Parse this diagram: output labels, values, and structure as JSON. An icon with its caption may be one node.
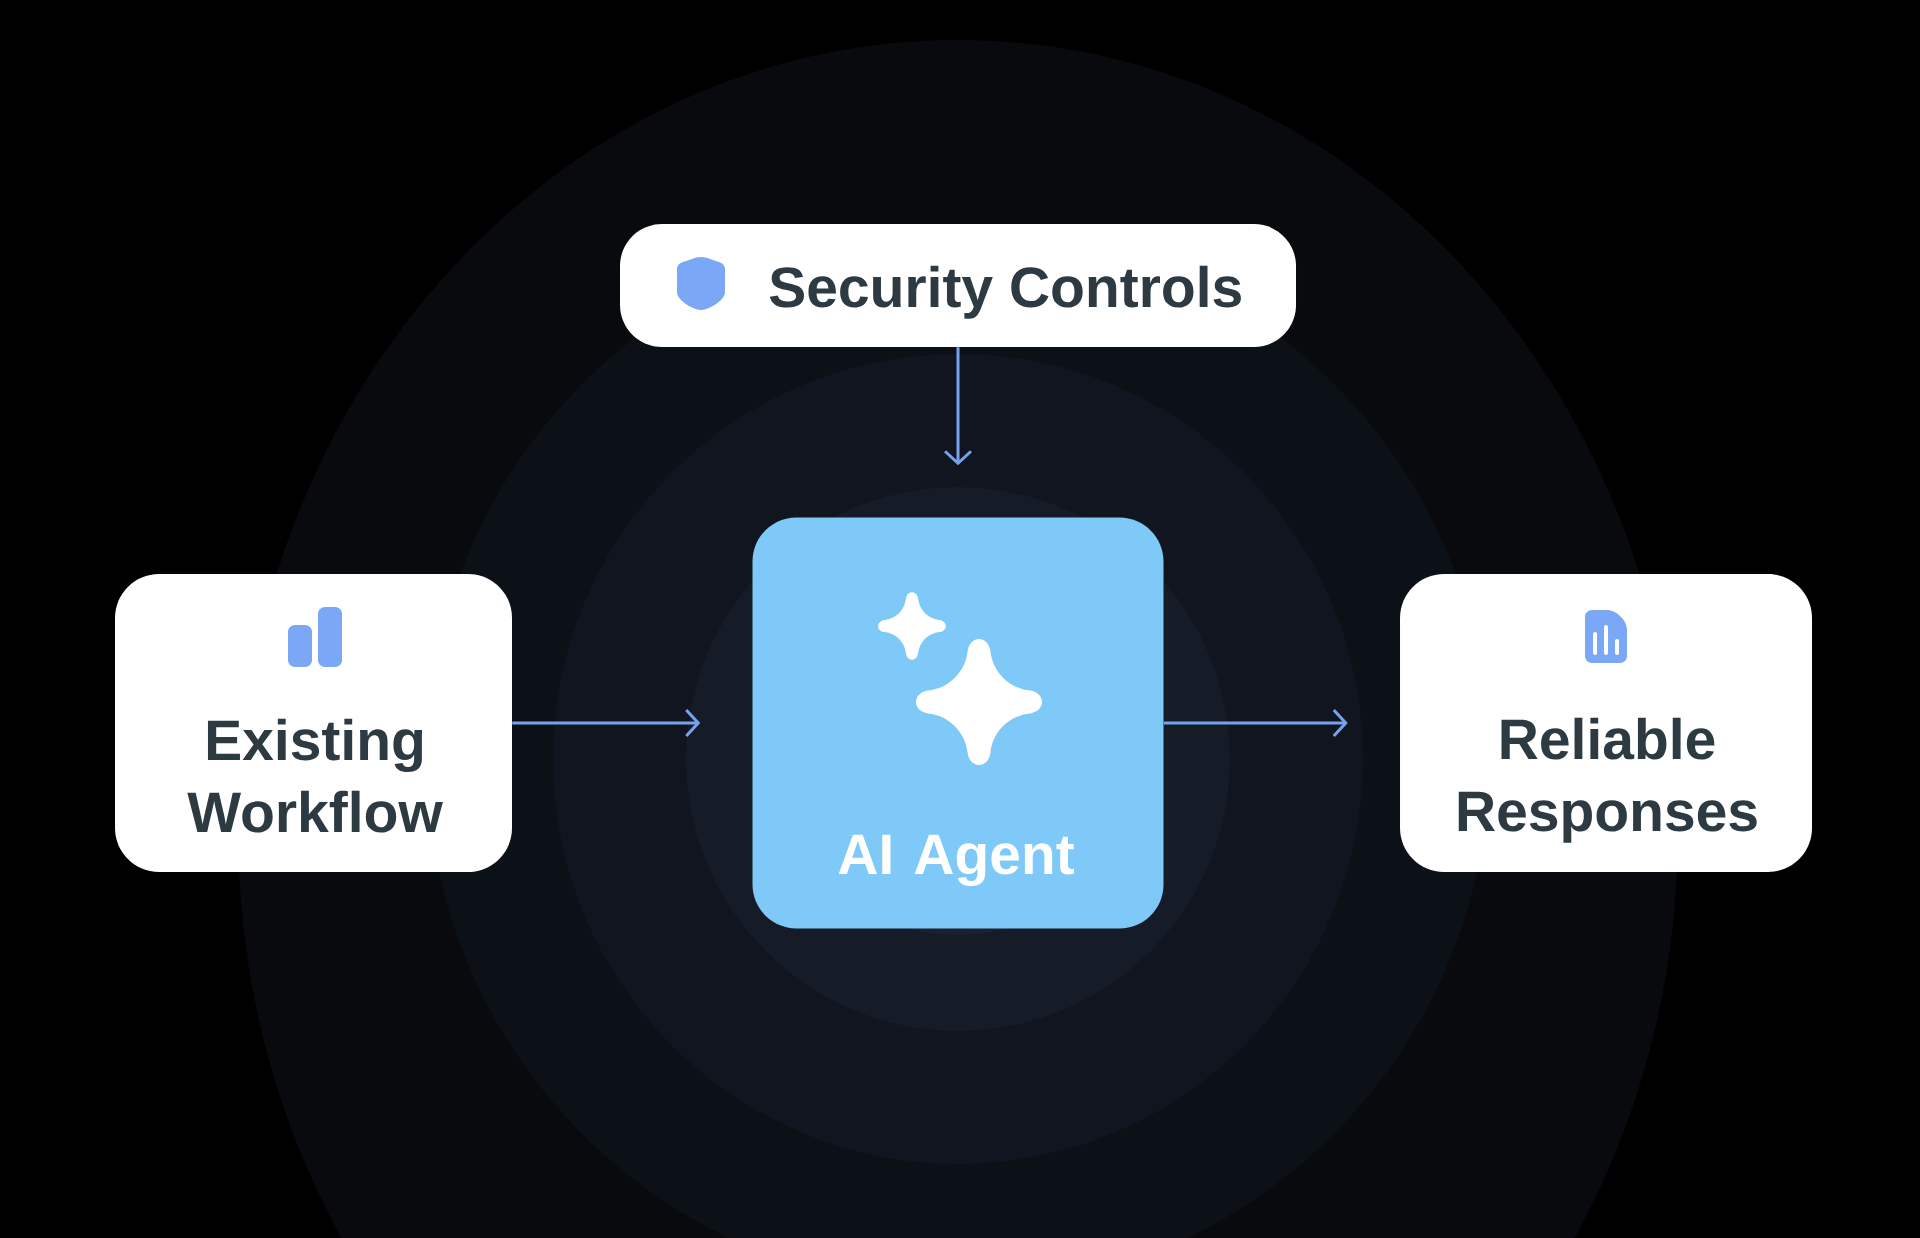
{
  "diagram": {
    "nodes": [
      {
        "text": [
          "Security Controls"
        ]
      },
      {
        "text": [
          "Existing Workflow"
        ]
      },
      {
        "text": [
          "AI Agent"
        ]
      },
      {
        "text": [
          "Reliable Responses"
        ]
      }
    ],
    "edges": [
      {
        "from": 0,
        "to": 2,
        "arrow": "to"
      },
      {
        "from": 1,
        "to": 2,
        "arrow": "to"
      },
      {
        "from": 2,
        "to": 3,
        "arrow": "to"
      }
    ]
  }
}
